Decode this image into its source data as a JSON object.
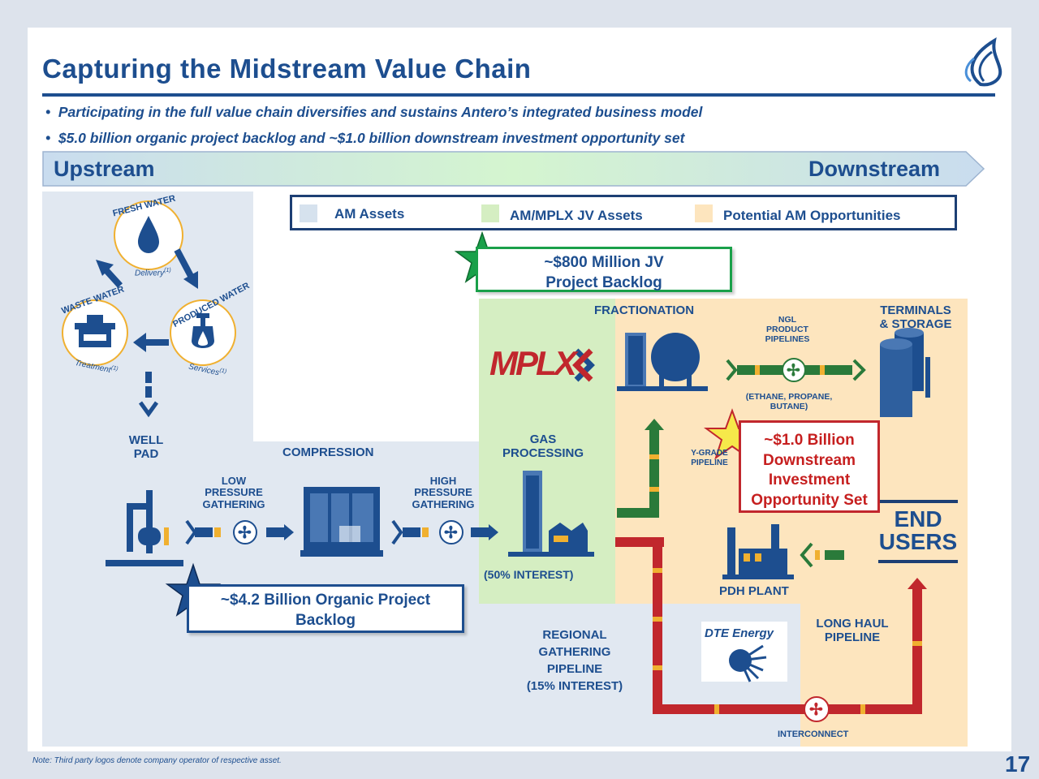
{
  "title": "Capturing the Midstream Value Chain",
  "bullets": [
    "Participating in the full value chain diversifies and sustains Antero’s integrated business model",
    "$5.0 billion organic project backlog and ~$1.0 billion downstream investment opportunity set"
  ],
  "value_chain": {
    "upstream": "Upstream",
    "downstream": "Downstream"
  },
  "legend": {
    "am_assets": "AM Assets",
    "jv_assets": "AM/MPLX JV Assets",
    "potential": "Potential AM Opportunities",
    "colors": {
      "am_assets": "#d6e2ee",
      "jv_assets": "#d5eec2",
      "potential": "#fde5be"
    }
  },
  "water_cycle": {
    "fresh_water": "FRESH WATER",
    "waste_water": "WASTE WATER",
    "produced_water": "PRODUCED WATER",
    "delivery": "Delivery",
    "treatment": "Treatment",
    "services": "Services",
    "footnote_mark": "(1)"
  },
  "stations": {
    "well_pad": [
      "WELL",
      "PAD"
    ],
    "compression": "COMPRESSION",
    "low_pressure": [
      "LOW",
      "PRESSURE",
      "GATHERING"
    ],
    "high_pressure": [
      "HIGH",
      "PRESSURE",
      "GATHERING"
    ],
    "gas_processing": [
      "GAS",
      "PROCESSING"
    ],
    "fractionation": "FRACTIONATION",
    "interest_50": "(50% INTEREST)",
    "ngl_pipelines": [
      "NGL",
      "PRODUCT",
      "PIPELINES"
    ],
    "ngl_products": [
      "(ETHANE, PROPANE,",
      "BUTANE)"
    ],
    "terminals": [
      "TERMINALS",
      "& STORAGE"
    ],
    "y_grade": [
      "Y-GRADE",
      "PIPELINE"
    ],
    "end_users": [
      "END",
      "USERS"
    ],
    "pdh_plant": "PDH PLANT",
    "long_haul": [
      "LONG HAUL",
      "PIPELINE"
    ],
    "regional": [
      "REGIONAL",
      "GATHERING",
      "PIPELINE",
      "(15% INTEREST)"
    ],
    "interconnect": "INTERCONNECT"
  },
  "logos": {
    "mplx": "MPLX",
    "dte": "DTE Energy"
  },
  "callouts": {
    "jv_backlog": [
      "~$800 Million JV",
      "Project Backlog"
    ],
    "downstream": [
      "~$1.0 Billion",
      "Downstream",
      "Investment",
      "Opportunity Set"
    ],
    "organic": [
      "~$4.2 Billion Organic Project",
      "Backlog"
    ]
  },
  "note": "Note: Third party logos denote company operator of respective asset.",
  "page_number": "17"
}
